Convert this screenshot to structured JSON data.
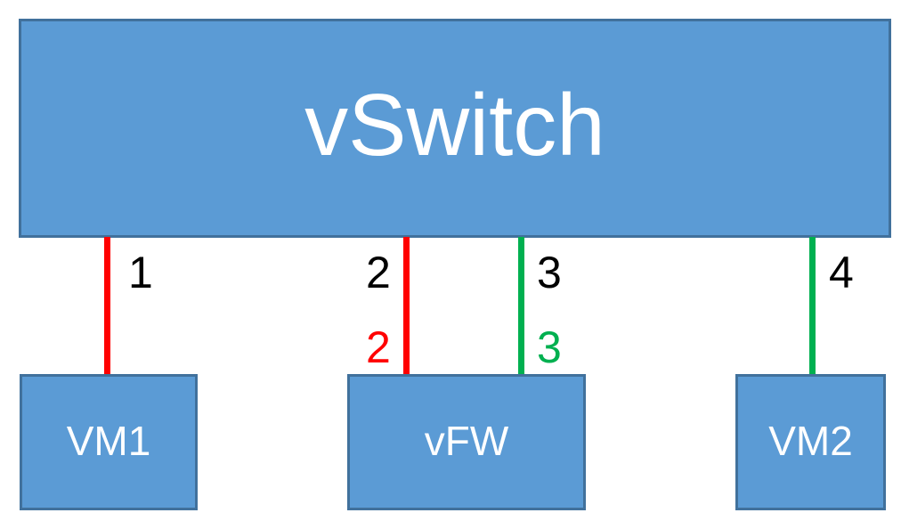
{
  "diagram": {
    "title": "vSwitch virtual network topology",
    "colors": {
      "box_fill": "#5B9BD5",
      "box_border": "#41719C",
      "box_text": "#FFFFFF",
      "link_red": "#FF0000",
      "link_green": "#00B050",
      "label_black": "#000000",
      "background": "#FFFFFF"
    },
    "nodes": [
      {
        "id": "vswitch",
        "label": "vSwitch"
      },
      {
        "id": "vm1",
        "label": "VM1"
      },
      {
        "id": "vfw",
        "label": "vFW"
      },
      {
        "id": "vm2",
        "label": "VM2"
      }
    ],
    "links": [
      {
        "id": "link-1",
        "from": "vswitch",
        "to": "vm1",
        "color": "#FF0000",
        "switch_port": "1",
        "vm_port": ""
      },
      {
        "id": "link-2",
        "from": "vswitch",
        "to": "vfw",
        "color": "#FF0000",
        "switch_port": "2",
        "vm_port": "2"
      },
      {
        "id": "link-3",
        "from": "vswitch",
        "to": "vfw",
        "color": "#00B050",
        "switch_port": "3",
        "vm_port": "3"
      },
      {
        "id": "link-4",
        "from": "vswitch",
        "to": "vm2",
        "color": "#00B050",
        "switch_port": "4",
        "vm_port": ""
      }
    ],
    "port_labels": {
      "p1_top": "1",
      "p2_top": "2",
      "p2_bottom": "2",
      "p3_top": "3",
      "p3_bottom": "3",
      "p4_top": "4"
    }
  }
}
